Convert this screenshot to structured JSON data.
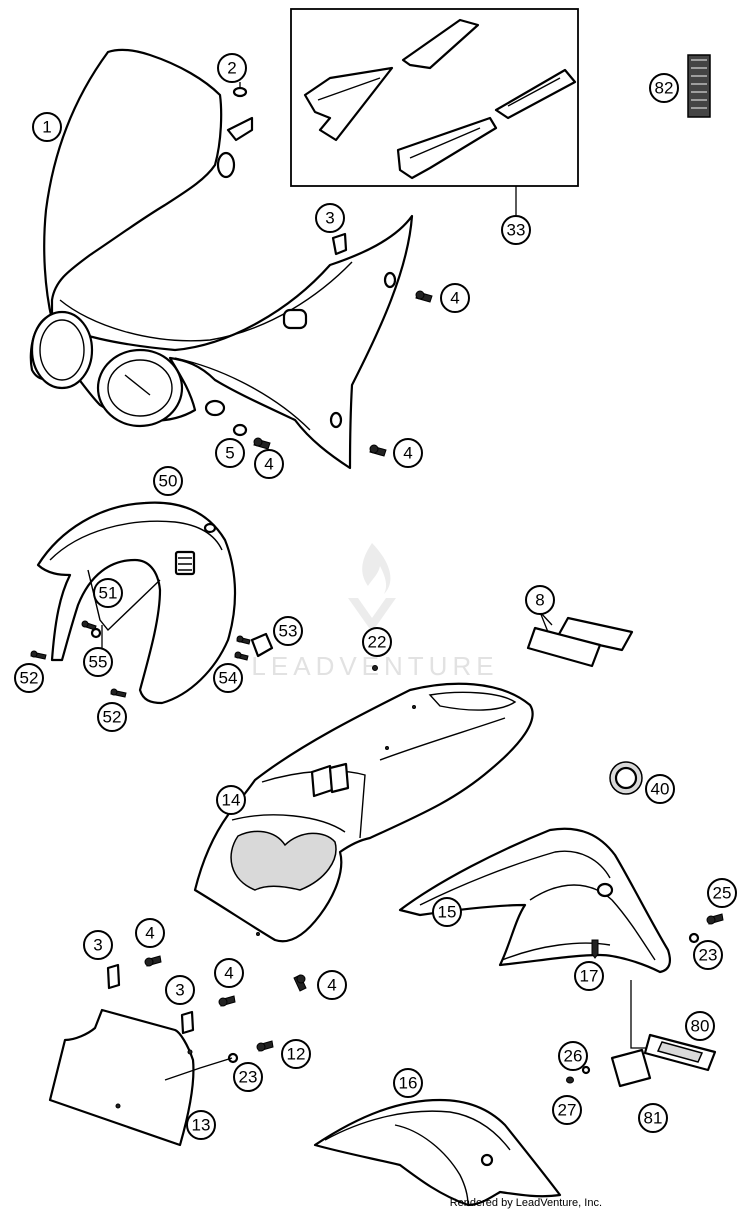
{
  "watermark": {
    "text": "LEADVENTURE"
  },
  "credit": "Rendered by LeadVenture, Inc.",
  "callouts": [
    "1",
    "2",
    "3",
    "4",
    "5",
    "8",
    "12",
    "13",
    "14",
    "15",
    "16",
    "17",
    "22",
    "23",
    "25",
    "26",
    "27",
    "33",
    "40",
    "50",
    "51",
    "52",
    "53",
    "54",
    "55",
    "80",
    "81",
    "82"
  ]
}
